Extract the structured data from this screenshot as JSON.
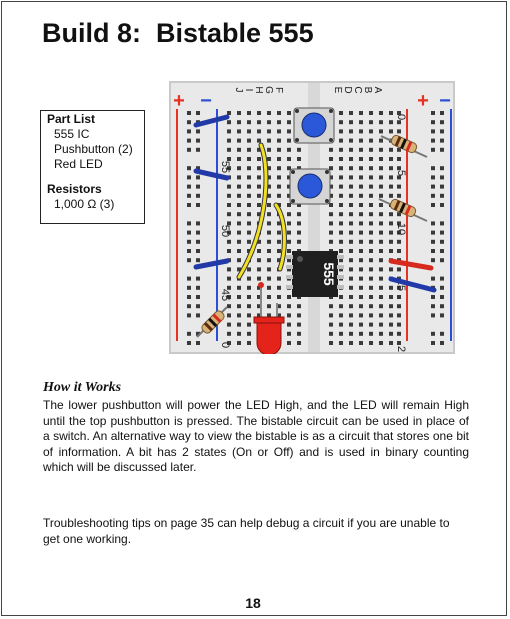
{
  "title": "Build 8:  Bistable 555",
  "part_list": {
    "heading": "Part List",
    "items": [
      "555 IC",
      "Pushbutton (2)",
      "Red LED"
    ],
    "resistors_heading": "Resistors",
    "resistors": [
      "1,000 Ω (3)"
    ]
  },
  "breadboard": {
    "rail_plus": "+",
    "rail_minus": "−",
    "row_letters": [
      "J",
      "I",
      "H",
      "G",
      "F",
      "E",
      "D",
      "C",
      "B",
      "A"
    ],
    "row_numbers": [
      "0",
      "5",
      "10",
      "15",
      "45",
      "50",
      "55",
      "0",
      "2"
    ],
    "chip_label": "555",
    "colors": {
      "plus_rail": "#e63222",
      "minus_rail": "#2a4fd6",
      "button": "#2b57d9",
      "led": "#e4231b",
      "wire_yellow": "#f2e022",
      "wire_blue": "#223aa8",
      "wire_red": "#d62a1e"
    }
  },
  "how_it_works": {
    "heading": "How it Works",
    "body": "The lower pushbutton will power the LED High, and the LED will remain High until the top pushbutton is pressed. The bistable circuit can be used in place of a switch.  An alternative way to view the bistable is as a circuit that stores one bit of information. A bit has 2 states (On or Off) and is used in binary counting which will be discussed later."
  },
  "troubleshooting": "Troubleshooting tips on page 35 can help debug a circuit if you are unable to get one working.",
  "page_number": "18"
}
